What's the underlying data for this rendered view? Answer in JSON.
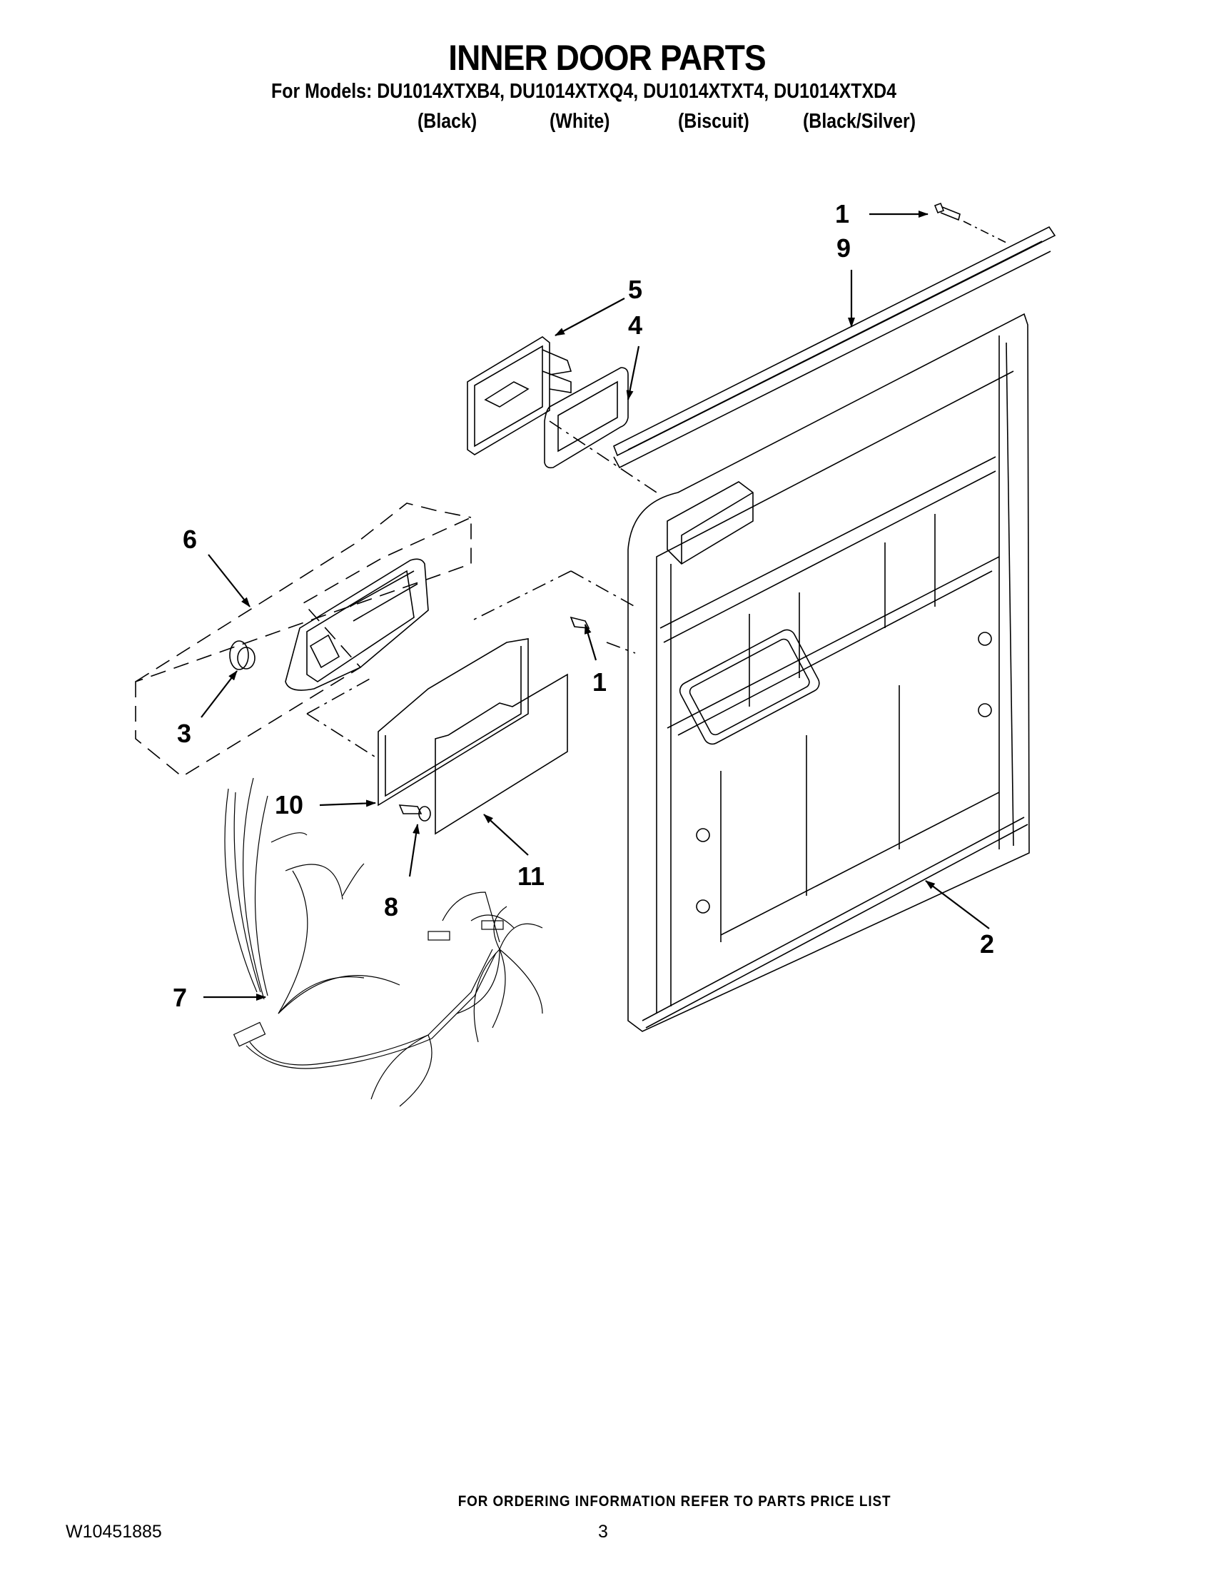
{
  "header": {
    "title": "INNER DOOR PARTS",
    "models_line": "For Models: DU1014XTXB4, DU1014XTXQ4, DU1014XTXT4, DU1014XTXD4",
    "models": [
      {
        "model": "DU1014XTXB4",
        "color": "(Black)"
      },
      {
        "model": "DU1014XTXQ4",
        "color": "(White)"
      },
      {
        "model": "DU1014XTXT4",
        "color": "(Biscuit)"
      },
      {
        "model": "DU1014XTXD4",
        "color": "(Black/Silver)"
      }
    ]
  },
  "diagram": {
    "callouts": [
      {
        "id": "1a",
        "label": "1",
        "part": "screw-top"
      },
      {
        "id": "9",
        "label": "9",
        "part": "door-top-trim"
      },
      {
        "id": "5",
        "label": "5",
        "part": "vent-assembly"
      },
      {
        "id": "4",
        "label": "4",
        "part": "vent-gasket"
      },
      {
        "id": "6",
        "label": "6",
        "part": "dispenser-assembly"
      },
      {
        "id": "1b",
        "label": "1",
        "part": "screw-middle"
      },
      {
        "id": "3",
        "label": "3",
        "part": "rinse-aid-cap"
      },
      {
        "id": "10",
        "label": "10",
        "part": "dispenser-gasket"
      },
      {
        "id": "11",
        "label": "11",
        "part": "insulation-panel"
      },
      {
        "id": "8",
        "label": "8",
        "part": "screw-lower"
      },
      {
        "id": "7",
        "label": "7",
        "part": "wire-harness"
      },
      {
        "id": "2",
        "label": "2",
        "part": "inner-door-panel"
      }
    ]
  },
  "footer": {
    "ordering_note": "FOR ORDERING INFORMATION REFER TO PARTS PRICE LIST",
    "doc_id": "W10451885",
    "page_number": "3"
  }
}
